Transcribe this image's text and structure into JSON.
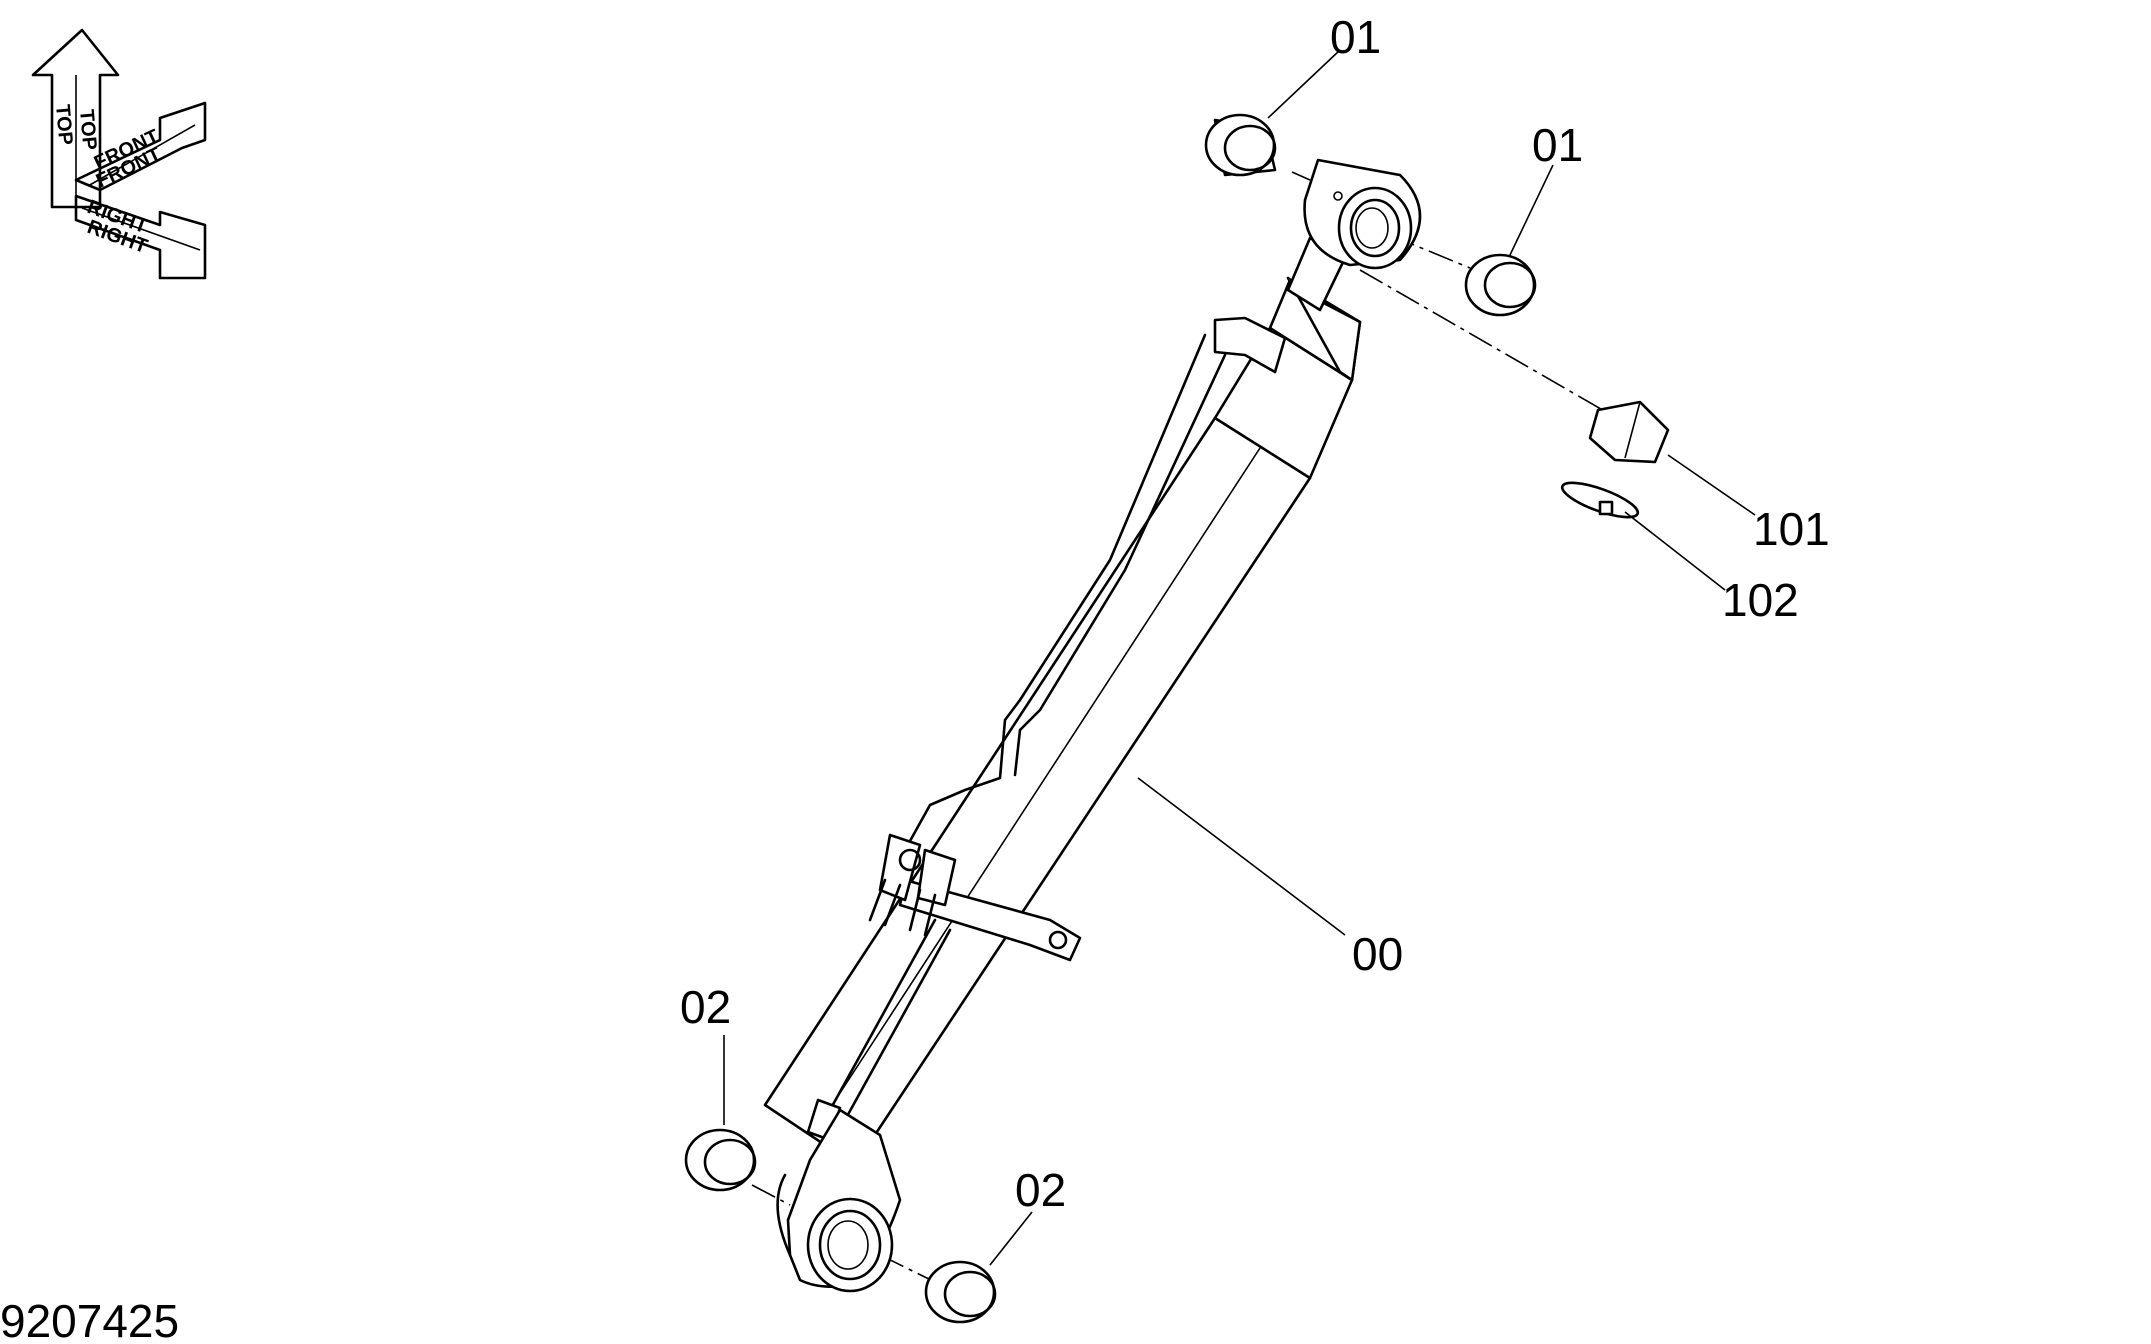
{
  "drawing": {
    "figure_number": "9207425",
    "orientation_labels": {
      "top": "TOP",
      "front": "FRONT",
      "right": "RIGHT"
    },
    "callouts": [
      {
        "key": "c01a",
        "text": "01"
      },
      {
        "key": "c01b",
        "text": "01"
      },
      {
        "key": "c101",
        "text": "101"
      },
      {
        "key": "c102",
        "text": "102"
      },
      {
        "key": "c00",
        "text": "00"
      },
      {
        "key": "c02a",
        "text": "02"
      },
      {
        "key": "c02b",
        "text": "02"
      }
    ]
  }
}
